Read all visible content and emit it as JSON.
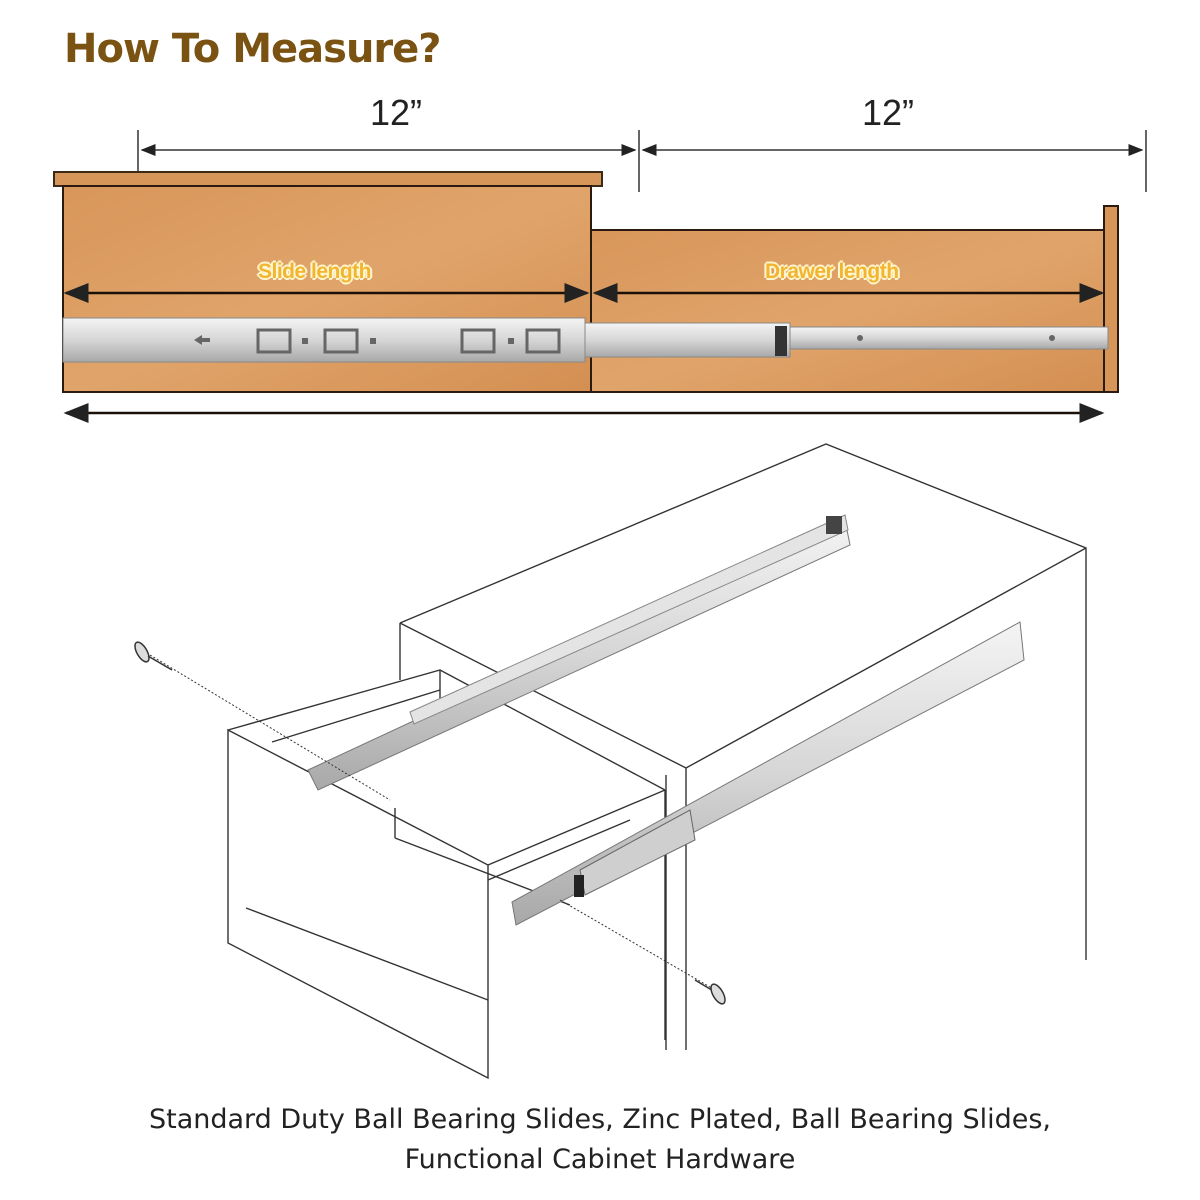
{
  "title": "How To Measure?",
  "dimensions": {
    "left": "12”",
    "right": "12”"
  },
  "labels": {
    "slide_length": "Slide length",
    "drawer_length": "Drawer length"
  },
  "caption": {
    "line1": "Standard Duty Ball Bearing Slides, Zinc Plated, Ball Bearing Slides,",
    "line2": "Functional Cabinet Hardware"
  },
  "colors": {
    "title": "#7a5212",
    "wood": "#d99a5c",
    "label": "#f2b531"
  }
}
